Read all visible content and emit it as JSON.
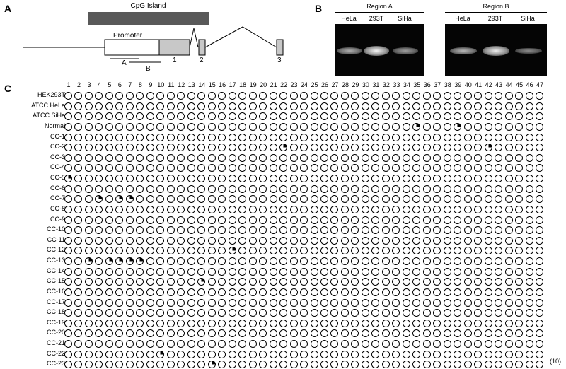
{
  "panel_a": {
    "label": "A",
    "cpg_label": "CpG Island",
    "promoter_label": "Promoter",
    "region_a": "A",
    "region_b": "B",
    "exon1": "1",
    "exon2": "2",
    "exon3": "3"
  },
  "panel_b": {
    "label": "B",
    "region_a_title": "Region A",
    "region_b_title": "Region B",
    "lanes": [
      "HeLa",
      "293T",
      "SiHa"
    ],
    "band_intensity": {
      "region_a": [
        0.55,
        0.95,
        0.45
      ],
      "region_b": [
        0.6,
        0.9,
        0.35
      ]
    }
  },
  "panel_c": {
    "label": "C",
    "footnote": "(10)",
    "columns": 47,
    "rows": [
      {
        "name": "HEK293T",
        "methylated": []
      },
      {
        "name": "ATCC HeLa",
        "methylated": []
      },
      {
        "name": "ATCC SiHa",
        "methylated": []
      },
      {
        "name": "Normal",
        "methylated": [
          35,
          39
        ]
      },
      {
        "name": "CC-1",
        "methylated": []
      },
      {
        "name": "CC-2",
        "methylated": [
          22,
          42
        ]
      },
      {
        "name": "CC-3",
        "methylated": []
      },
      {
        "name": "CC-4",
        "methylated": []
      },
      {
        "name": "CC-5",
        "methylated": [
          1
        ]
      },
      {
        "name": "CC-6",
        "methylated": []
      },
      {
        "name": "CC-7",
        "methylated": [
          4,
          6,
          7
        ]
      },
      {
        "name": "CC-8",
        "methylated": []
      },
      {
        "name": "CC-9",
        "methylated": []
      },
      {
        "name": "CC-10",
        "methylated": []
      },
      {
        "name": "CC-11",
        "methylated": []
      },
      {
        "name": "CC-12",
        "methylated": [
          17
        ]
      },
      {
        "name": "CC-13",
        "methylated": [
          3,
          5,
          6,
          7,
          8
        ]
      },
      {
        "name": "CC-14",
        "methylated": []
      },
      {
        "name": "CC-15",
        "methylated": [
          14
        ]
      },
      {
        "name": "CC-16",
        "methylated": []
      },
      {
        "name": "CC-17",
        "methylated": []
      },
      {
        "name": "CC-18",
        "methylated": []
      },
      {
        "name": "CC-19",
        "methylated": []
      },
      {
        "name": "CC-20",
        "methylated": []
      },
      {
        "name": "CC-21",
        "methylated": []
      },
      {
        "name": "CC-22",
        "methylated": [
          10
        ]
      },
      {
        "name": "CC-23",
        "methylated": [
          15
        ]
      }
    ]
  }
}
